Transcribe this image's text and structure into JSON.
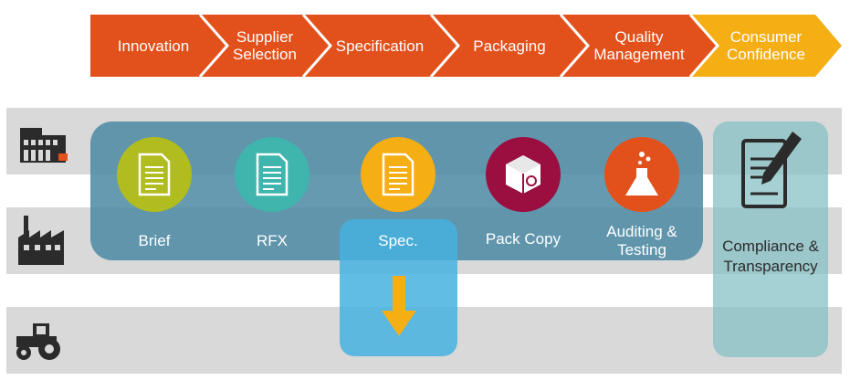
{
  "colors": {
    "chevron_orange": "#E2511C",
    "chevron_highlight": "#F5AE14",
    "band_gray": "#D9D9D9",
    "panel_blue": "#4A88A3",
    "spec_blue": "#47B2DF",
    "compliance_teal": "#82BFC4",
    "arrow_yellow": "#F5AE14",
    "icon_dark": "#2B2B2B"
  },
  "value_chain": [
    {
      "label": "Innovation"
    },
    {
      "label": "Supplier\nSelection"
    },
    {
      "label": "Specification"
    },
    {
      "label": "Packaging"
    },
    {
      "label": "Quality\nManagement"
    },
    {
      "label": "Consumer\nConfidence"
    }
  ],
  "rows": [
    {
      "icon": "warehouse-icon"
    },
    {
      "icon": "factory-icon"
    },
    {
      "icon": "tractor-icon"
    }
  ],
  "steps": [
    {
      "label": "Brief",
      "icon": "document-icon",
      "color": "#B1BC1E"
    },
    {
      "label": "RFX",
      "icon": "document-icon",
      "color": "#3FB5AE"
    },
    {
      "label": "Spec.",
      "icon": "document-icon",
      "color": "#F5AE14"
    },
    {
      "label": "Pack Copy",
      "icon": "package-icon",
      "color": "#9A0F3F"
    },
    {
      "label": "Auditing &\nTesting",
      "icon": "flask-icon",
      "color": "#E2511C"
    }
  ],
  "compliance": {
    "label": "Compliance &\nTransparency",
    "icon": "signature-document-icon"
  },
  "flow_arrow": {
    "icon": "arrow-down-icon"
  }
}
